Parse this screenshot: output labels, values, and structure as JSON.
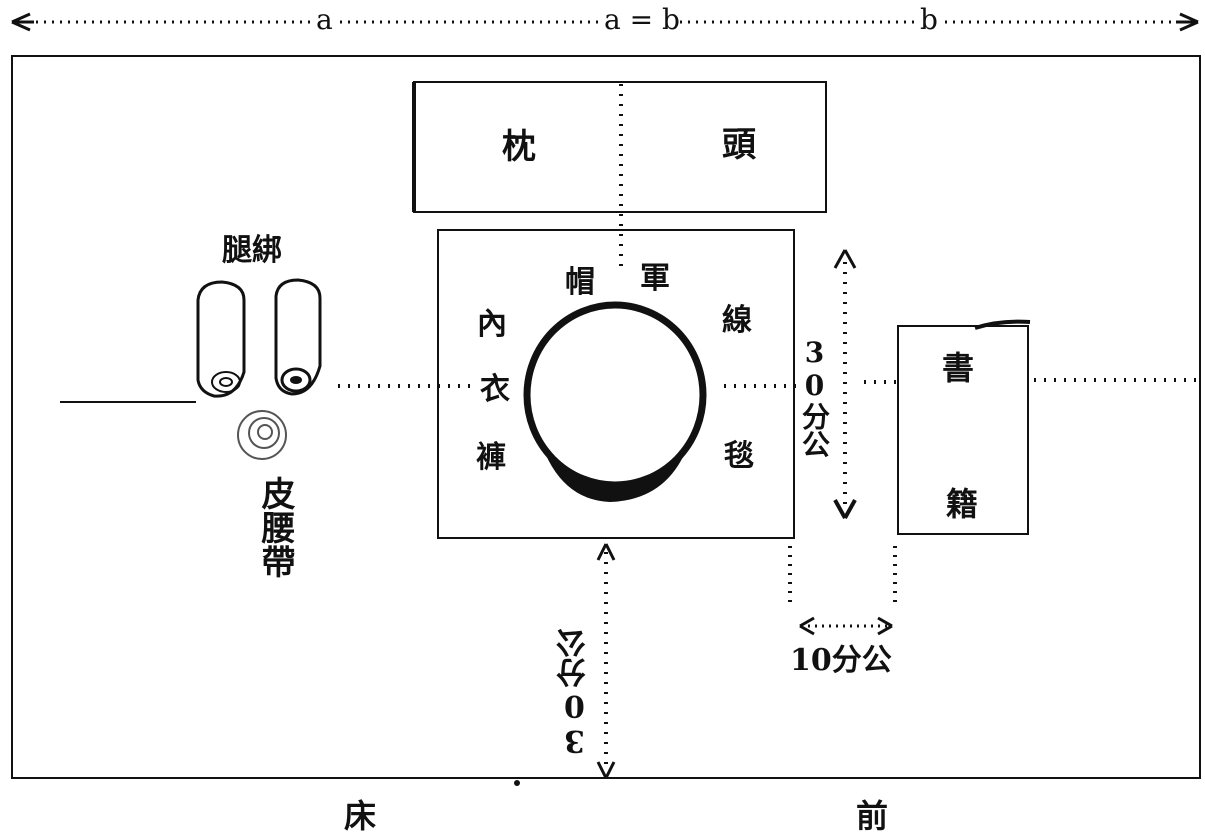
{
  "top_scale": {
    "a": "a",
    "ab": "a = b",
    "b": "b"
  },
  "pillow": {
    "left": "枕",
    "right": "頭"
  },
  "hat_area": {
    "cap_left": "帽",
    "cap_right": "軍",
    "left_top": "內",
    "left_mid": "衣",
    "left_bottom": "褲",
    "right_top": "線",
    "right_bottom": "毯"
  },
  "leggings_label": "腿綁",
  "belt_label": "皮腰帶",
  "books": {
    "top": "書",
    "bottom": "籍"
  },
  "dimensions": {
    "vertical_gap_text": "30分公",
    "right_gap_text": "30分公",
    "horizontal_gap_text": "10分公"
  },
  "bottom": {
    "left": "床",
    "right": "前"
  }
}
